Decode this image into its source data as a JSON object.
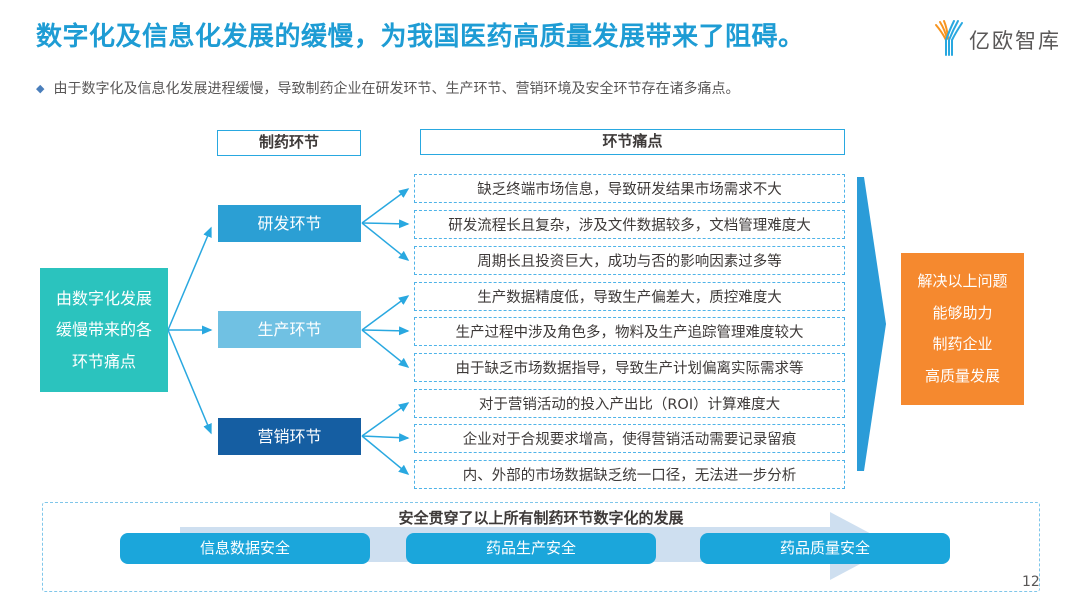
{
  "header": {
    "title": "数字化及信息化发展的缓慢，为我国医药高质量发展带来了阻碍。",
    "logo_text": "亿欧智库"
  },
  "intro": {
    "text": "由于数字化及信息化发展进程缓慢，导致制药企业在研发环节、生产环节、营销环境及安全环节存在诸多痛点。"
  },
  "diagram": {
    "column_headers": {
      "stage": "制药环节",
      "pain": "环节痛点"
    },
    "source_box": {
      "line1": "由数字化发展",
      "line2": "缓慢带来的各",
      "line3": "环节痛点",
      "color": "#2BC3BE"
    },
    "stages": [
      {
        "label": "研发环节",
        "color": "#2B9FD4",
        "pains": [
          "缺乏终端市场信息，导致研发结果市场需求不大",
          "研发流程长且复杂，涉及文件数据较多，文档管理难度大",
          "周期长且投资巨大，成功与否的影响因素过多等"
        ]
      },
      {
        "label": "生产环节",
        "color": "#70C1E3",
        "pains": [
          "生产数据精度低，导致生产偏差大，质控难度大",
          "生产过程中涉及角色多，物料及生产追踪管理难度较大",
          "由于缺乏市场数据指导，导致生产计划偏离实际需求等"
        ]
      },
      {
        "label": "营销环节",
        "color": "#155EA2",
        "pains": [
          "对于营销活动的投入产出比（ROI）计算难度大",
          "企业对于合规要求增高，使得营销活动需要记录留痕",
          "内、外部的市场数据缺乏统一口径，无法进一步分析"
        ]
      }
    ],
    "result_box": {
      "line1": "解决以上问题",
      "line2": "能够助力",
      "line3": "制药企业",
      "line4": "高质量发展",
      "color": "#F5892F"
    }
  },
  "security": {
    "title": "安全贯穿了以上所有制药环节数字化的发展",
    "items": [
      "信息数据安全",
      "药品生产安全",
      "药品质量安全"
    ]
  },
  "footer": {
    "page_number": "12"
  },
  "colors": {
    "title_blue": "#1E9CD4",
    "line_blue": "#29A8E0",
    "band_gray_blue": "#CEDFF0",
    "security_box_blue": "#1BA6DB",
    "logo_orange": "#F7941E"
  }
}
